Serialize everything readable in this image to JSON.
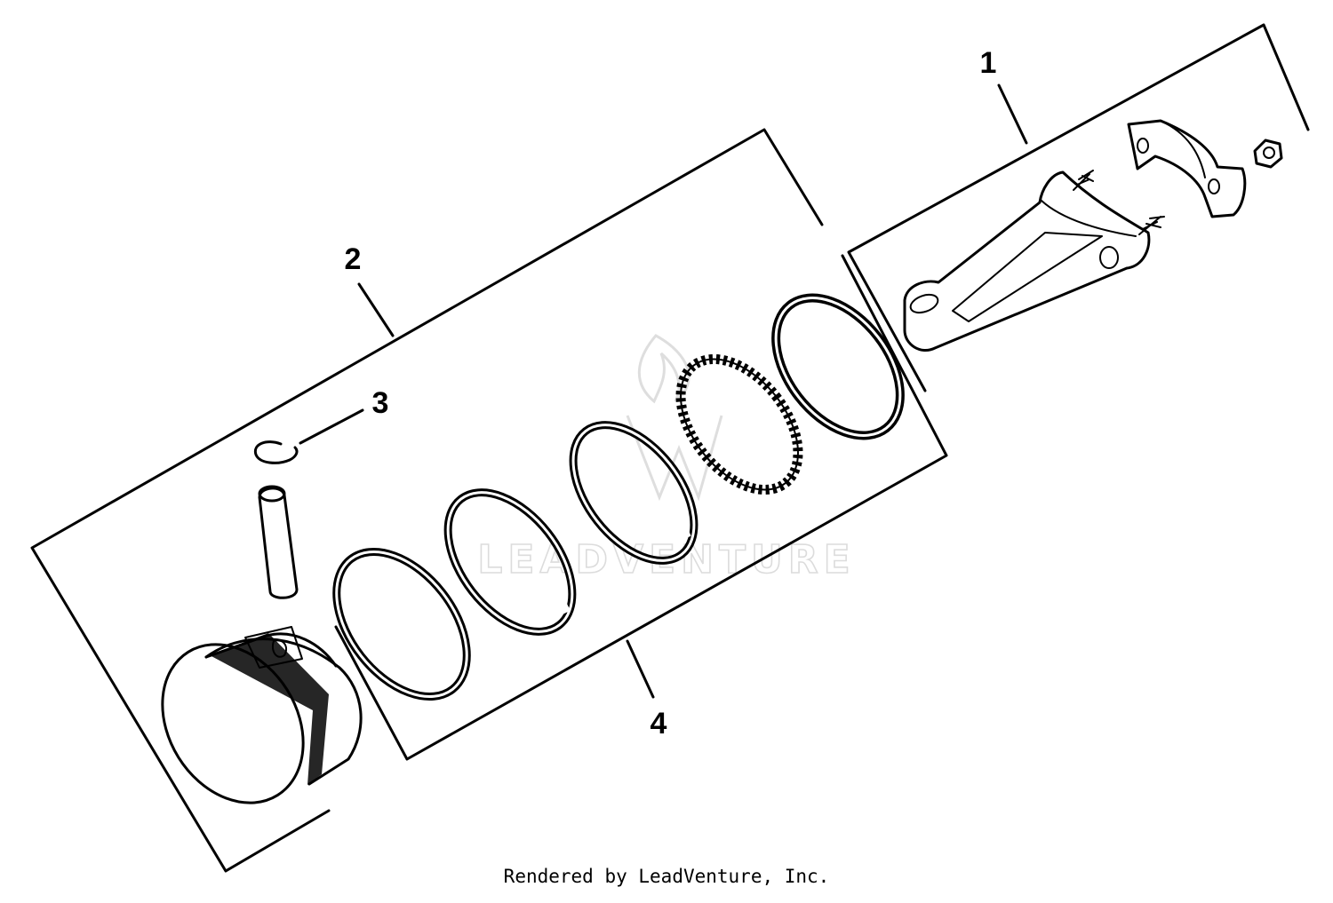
{
  "callouts": {
    "c1": "1",
    "c2": "2",
    "c3": "3",
    "c4": "4"
  },
  "watermark": {
    "text": "LEADVENTURE"
  },
  "footer": {
    "credit": "Rendered by LeadVenture, Inc."
  }
}
